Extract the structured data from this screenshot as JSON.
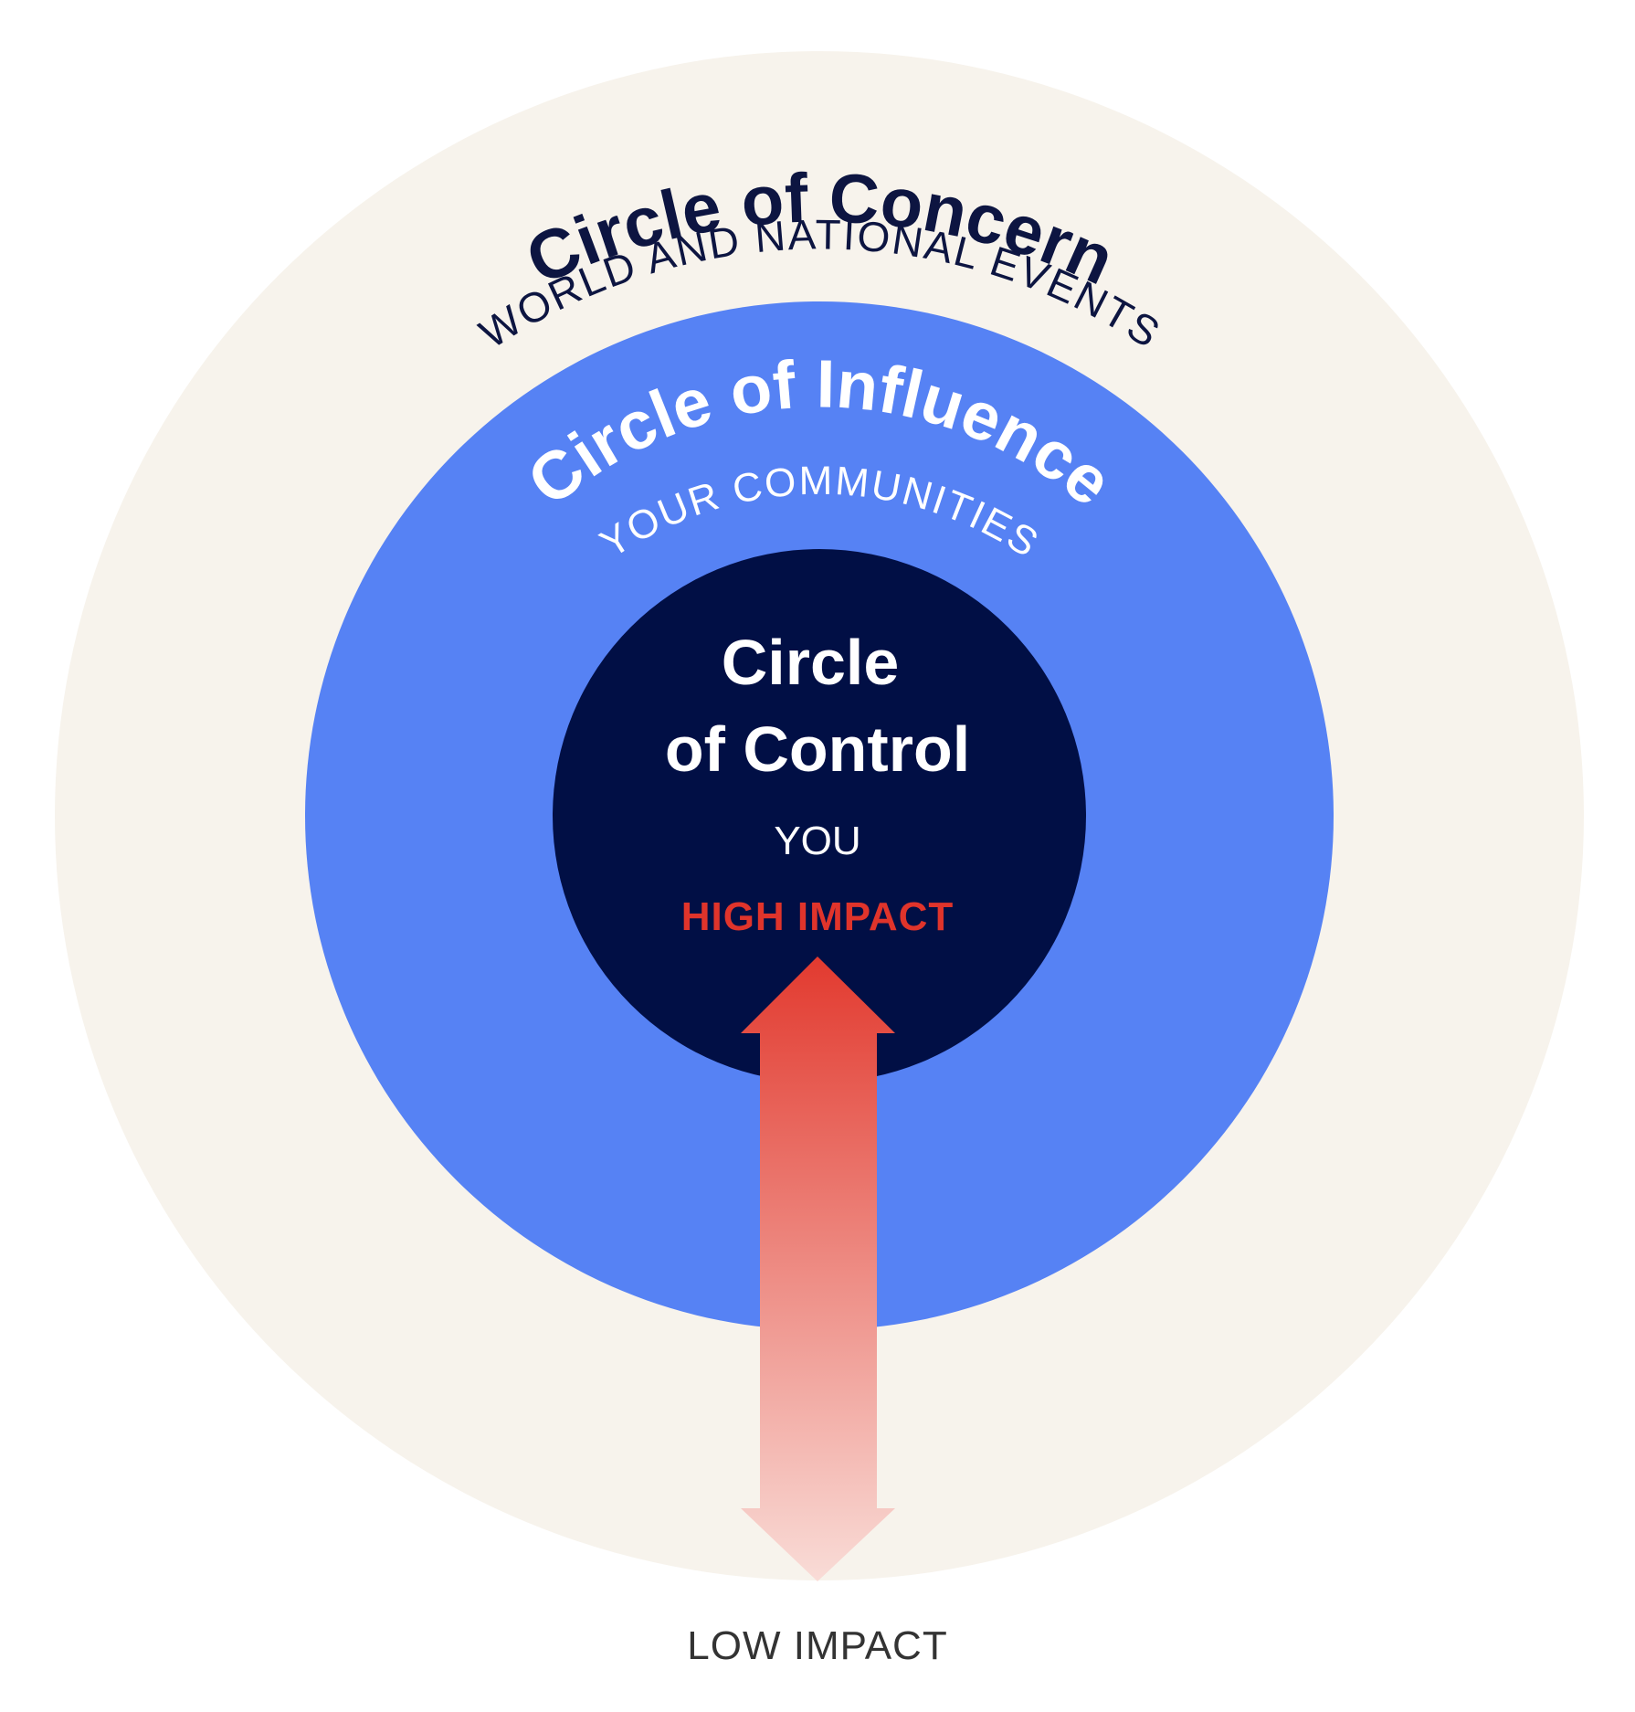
{
  "colors": {
    "concern_fill": "#F7F3EC",
    "influence_fill": "#5682F4",
    "control_fill": "#010F45",
    "navy_text": "#0D1541",
    "white_text": "#FFFFFF",
    "high_impact": "#E0342B",
    "low_impact_text": "#333333",
    "arrow_top": "#E23A2F",
    "arrow_bottom": "#F9DCD7"
  },
  "concern": {
    "title": "Circle of Concern",
    "subtitle": "WORLD AND NATIONAL EVENTS"
  },
  "influence": {
    "title": "Circle of Influence",
    "subtitle": "YOUR COMMUNITIES"
  },
  "control": {
    "title_line1": "Circle",
    "title_line2": "of Control",
    "subtitle": "YOU"
  },
  "impact": {
    "high": "HIGH IMPACT",
    "low": "LOW IMPACT"
  },
  "icons": {
    "arrow": "double-headed-vertical-arrow"
  }
}
